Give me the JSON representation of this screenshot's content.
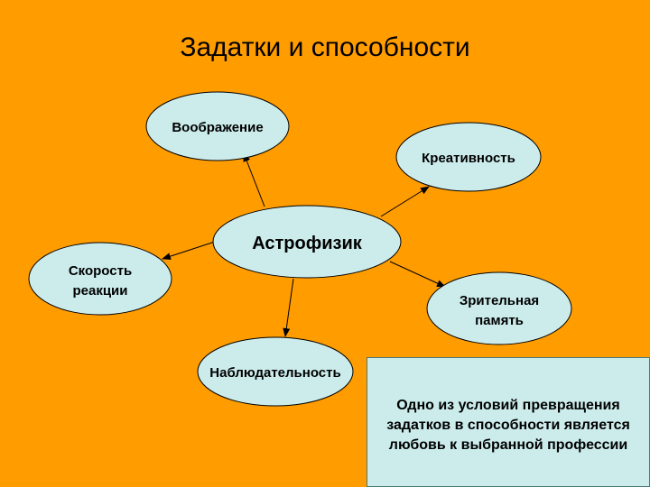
{
  "title": "Задатки и способности",
  "center": {
    "label": "Астрофизик"
  },
  "nodes": [
    {
      "id": "imagination",
      "lines": [
        "Воображение"
      ]
    },
    {
      "id": "creativity",
      "lines": [
        "Креативность"
      ]
    },
    {
      "id": "reaction-speed",
      "lines": [
        "Скорость",
        "реакции"
      ]
    },
    {
      "id": "visual-memory",
      "lines": [
        "Зрительная",
        "память"
      ]
    },
    {
      "id": "observation",
      "lines": [
        "Наблюдательность"
      ]
    }
  ],
  "note": {
    "lines": [
      "Одно из условий превращения",
      "задатков в способности является",
      "любовь к выбранной профессии"
    ]
  },
  "colors": {
    "background": "#FF9C00",
    "node_fill": "#CCECEC",
    "node_stroke": "#000000"
  }
}
